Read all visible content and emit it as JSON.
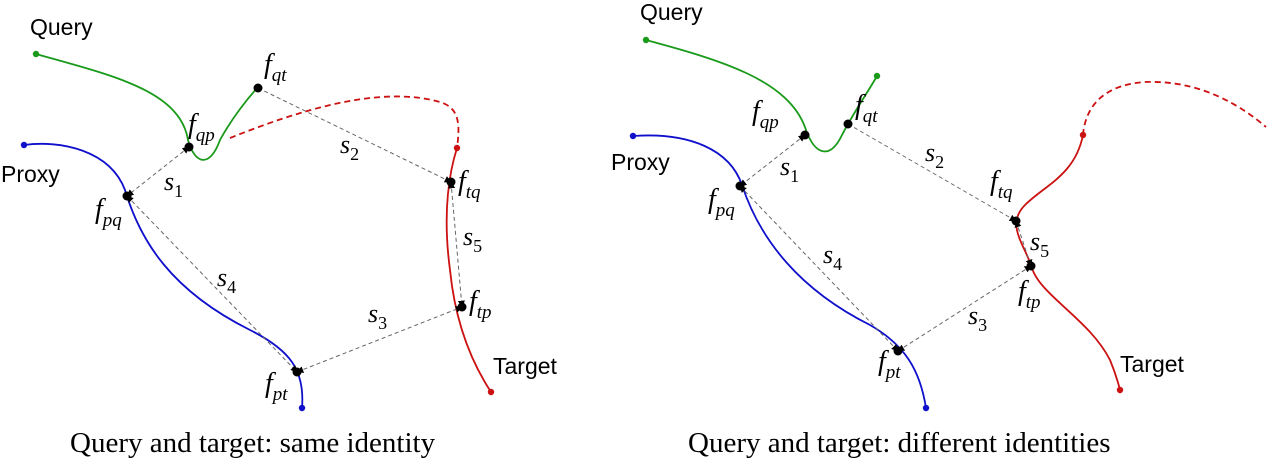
{
  "panels": [
    {
      "caption": "Query and target: same identity",
      "labels": {
        "query": "Query",
        "proxy": "Proxy",
        "target": "Target"
      },
      "points": {
        "fqt": {
          "base": "f",
          "sub": "qt"
        },
        "fqp": {
          "base": "f",
          "sub": "qp"
        },
        "fpq": {
          "base": "f",
          "sub": "pq"
        },
        "ftq": {
          "base": "f",
          "sub": "tq"
        },
        "ftp": {
          "base": "f",
          "sub": "tp"
        },
        "fpt": {
          "base": "f",
          "sub": "pt"
        }
      },
      "distances": {
        "s1": {
          "base": "s",
          "sub": "1"
        },
        "s2": {
          "base": "s",
          "sub": "2"
        },
        "s3": {
          "base": "s",
          "sub": "3"
        },
        "s4": {
          "base": "s",
          "sub": "4"
        },
        "s5": {
          "base": "s",
          "sub": "5"
        }
      }
    },
    {
      "caption": "Query and target: different identities",
      "labels": {
        "query": "Query",
        "proxy": "Proxy",
        "target": "Target"
      },
      "points": {
        "fqt": {
          "base": "f",
          "sub": "qt"
        },
        "fqp": {
          "base": "f",
          "sub": "qp"
        },
        "fpq": {
          "base": "f",
          "sub": "pq"
        },
        "ftq": {
          "base": "f",
          "sub": "tq"
        },
        "ftp": {
          "base": "f",
          "sub": "tp"
        },
        "fpt": {
          "base": "f",
          "sub": "pt"
        }
      },
      "distances": {
        "s1": {
          "base": "s",
          "sub": "1"
        },
        "s2": {
          "base": "s",
          "sub": "2"
        },
        "s3": {
          "base": "s",
          "sub": "3"
        },
        "s4": {
          "base": "s",
          "sub": "4"
        },
        "s5": {
          "base": "s",
          "sub": "5"
        }
      }
    }
  ],
  "colors": {
    "query": "#1a9a1a",
    "proxy": "#1010cc",
    "target": "#cc1111",
    "arrow": "#666666"
  }
}
